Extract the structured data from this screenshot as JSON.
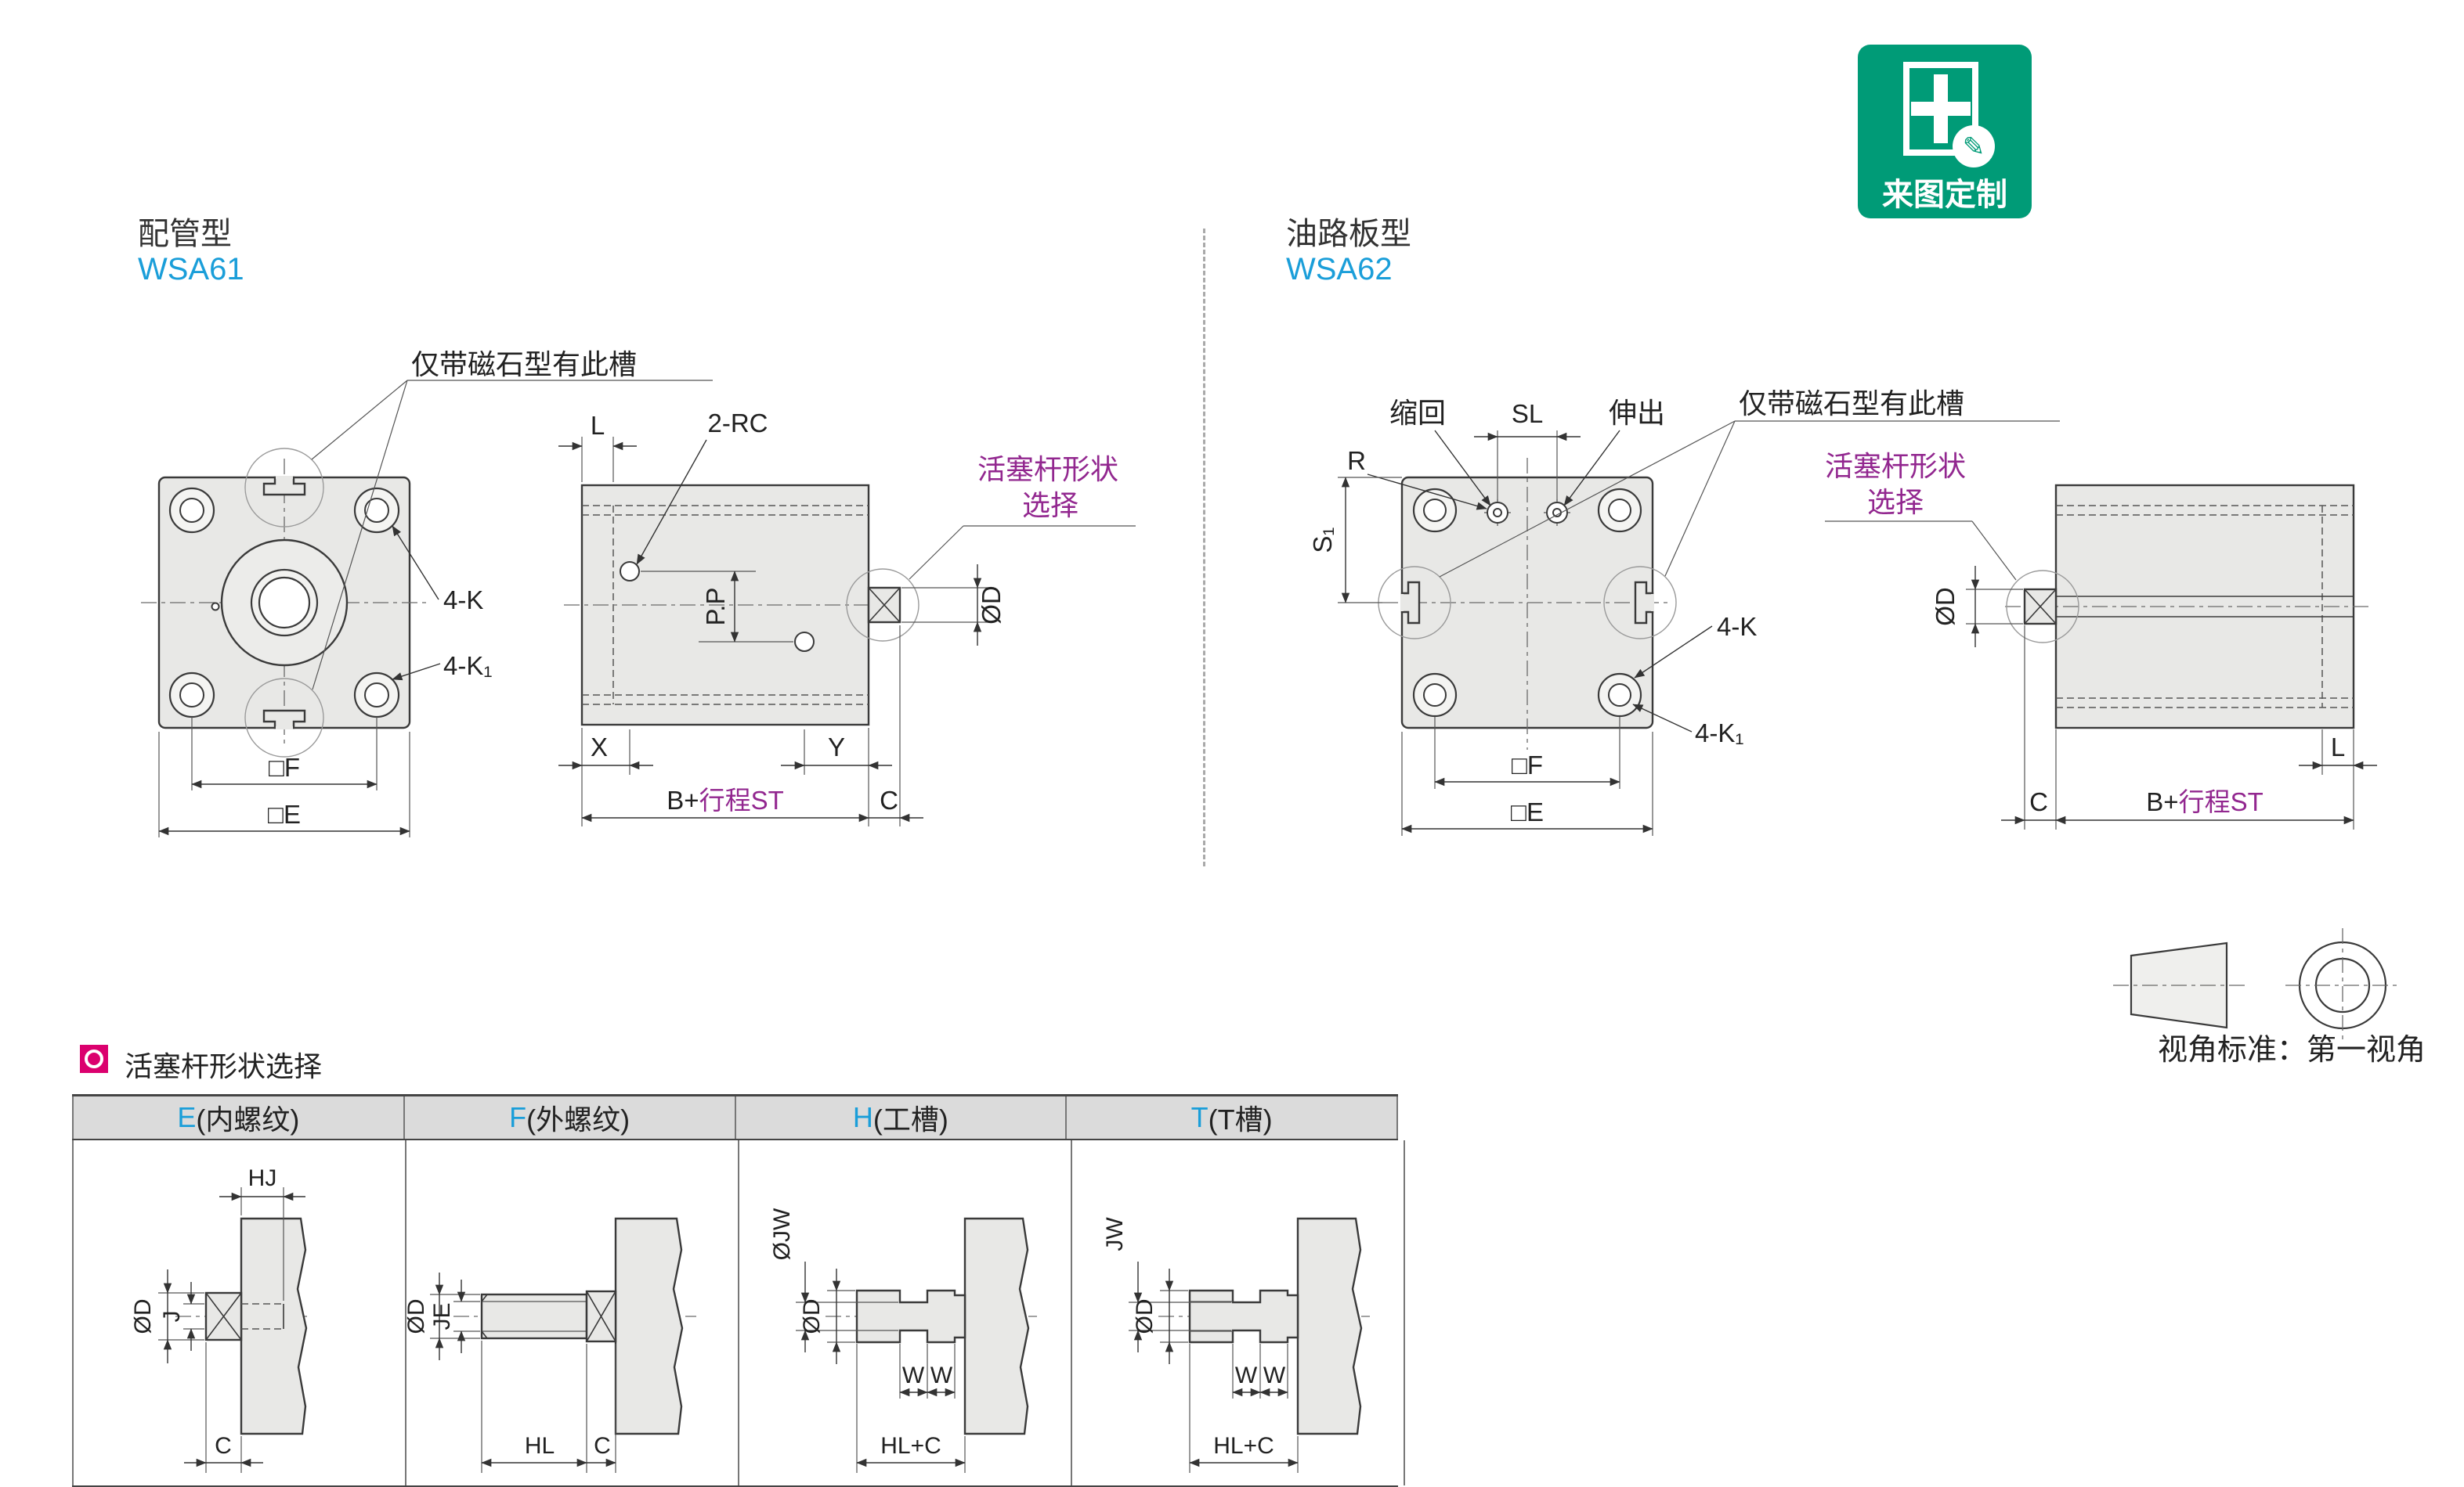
{
  "badge": {
    "label": "来图定制"
  },
  "left": {
    "type": "配管型",
    "model": "WSA61",
    "labels": {
      "magnet": "仅带磁石型有此槽",
      "l": "L",
      "rc2": "2-RC",
      "rod_shape_1": "活塞杆形状",
      "rod_shape_2": "选择",
      "k4": "4-K",
      "k41": "4-K₁",
      "pp": "P.P",
      "od": "ØD",
      "x": "X",
      "y": "Y",
      "f": "□F",
      "e": "□E",
      "b_plus": "B+",
      "stroke_st": "行程ST",
      "c": "C"
    }
  },
  "right": {
    "type": "油路板型",
    "model": "WSA62",
    "labels": {
      "retract": "缩回",
      "sl": "SL",
      "extend": "伸出",
      "magnet": "仅带磁石型有此槽",
      "r": "R",
      "s1": "S₁",
      "rod_shape_1": "活塞杆形状",
      "rod_shape_2": "选择",
      "od": "ØD",
      "k4": "4-K",
      "k41": "4-K₁",
      "f": "□F",
      "e": "□E",
      "c": "C",
      "b_plus": "B+",
      "stroke_st": "行程ST",
      "l": "L"
    }
  },
  "view_standard": {
    "label": "视角标准：第一视角"
  },
  "rod_table": {
    "title": "活塞杆形状选择",
    "headers": [
      {
        "prefix": "E",
        "rest": "(内螺纹)"
      },
      {
        "prefix": "F",
        "rest": "(外螺纹)"
      },
      {
        "prefix": "H",
        "rest": "(工槽)"
      },
      {
        "prefix": "T",
        "rest": "(T槽)"
      }
    ],
    "cells": {
      "e": {
        "hj": "HJ",
        "od": "ØD",
        "j": "J",
        "c": "C"
      },
      "f": {
        "od": "ØD",
        "je": "JE",
        "hl": "HL",
        "c": "C"
      },
      "h": {
        "ojw": "ØJW",
        "od": "ØD",
        "w1": "W",
        "w2": "W",
        "hlc": "HL+C"
      },
      "t": {
        "jw": "JW",
        "od": "ØD",
        "w1": "W",
        "w2": "W",
        "hlc": "HL+C"
      }
    }
  }
}
